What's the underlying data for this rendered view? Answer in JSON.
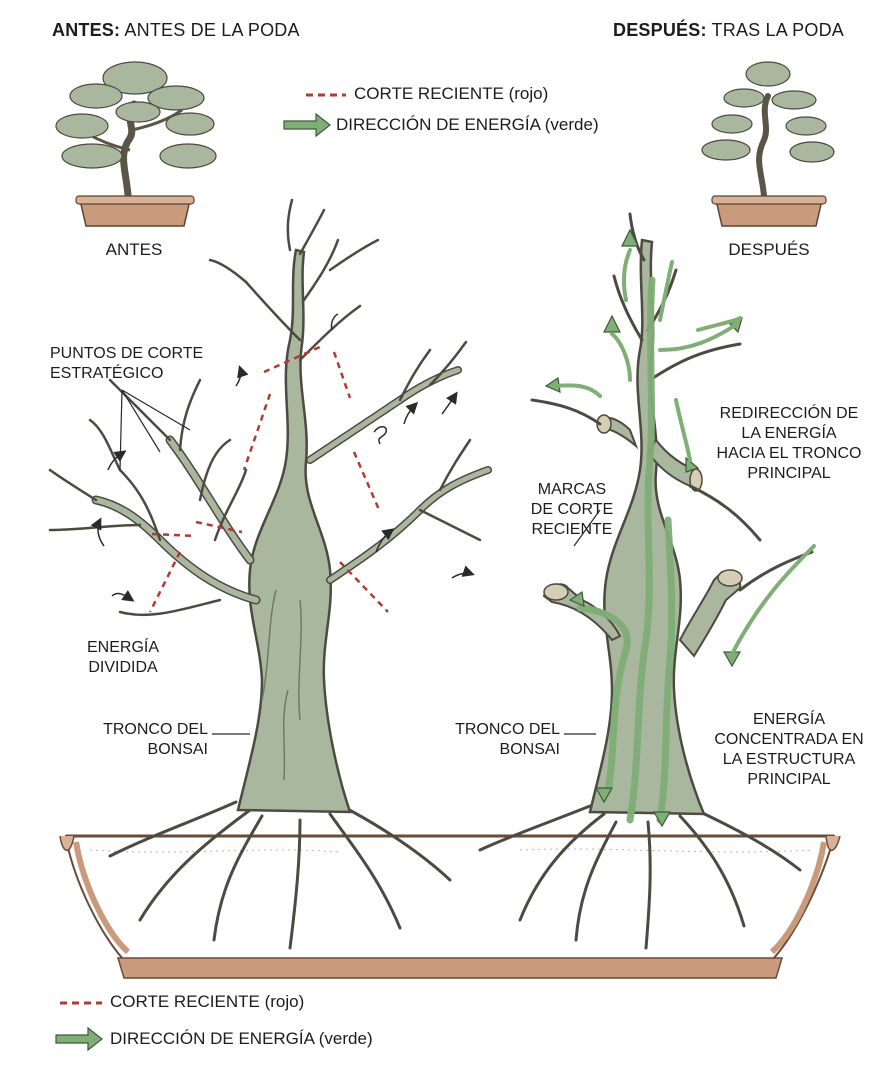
{
  "header": {
    "left_strong": "ANTES:",
    "left_rest": "ANTES DE LA PODA",
    "right_strong": "DESPUÉS:",
    "right_rest": "TRAS LA PODA"
  },
  "legend_top": {
    "cut_label": "CORTE RECIENTE (rojo)",
    "energy_label": "DIRECCIÓN DE ENERGÍA (verde)"
  },
  "legend_bottom": {
    "cut_label": "CORTE RECIENTE (rojo)",
    "energy_label": "DIRECCIÓN DE ENERGÍA (verde)"
  },
  "thumbnails": {
    "before_caption": "ANTES",
    "after_caption": "DESPUÉS"
  },
  "before": {
    "cut_points_label": [
      "PUNTOS DE CORTE",
      "ESTRATÉGICO"
    ],
    "divided_energy_label": [
      "ENERGÍA",
      "DIVIDIDA"
    ],
    "trunk_label": [
      "TRONCO DEL",
      "BONSAI"
    ]
  },
  "after": {
    "redirect_label": [
      "REDIRECCIÓN DE",
      "LA ENERGÍA",
      "HACIA EL TRONCO",
      "PRINCIPAL"
    ],
    "cut_marks_label": [
      "MARCAS",
      "DE CORTE",
      "RECIENTE"
    ],
    "trunk_label": [
      "TRONCO DEL",
      "BONSAI"
    ],
    "concentrated_label": [
      "ENERGÍA",
      "CONCENTRADA EN",
      "LA ESTRUCTURA",
      "PRINCIPAL"
    ]
  },
  "colors": {
    "cut_red": "#b23a34",
    "energy_green": "#7fae76",
    "trunk": "#a9b79e",
    "trunk_dark": "#4d4a40",
    "pot": "#c99a7c"
  },
  "icons": {
    "cut_legend": "dashed-red-line-icon",
    "energy_legend": "green-arrow-icon"
  }
}
